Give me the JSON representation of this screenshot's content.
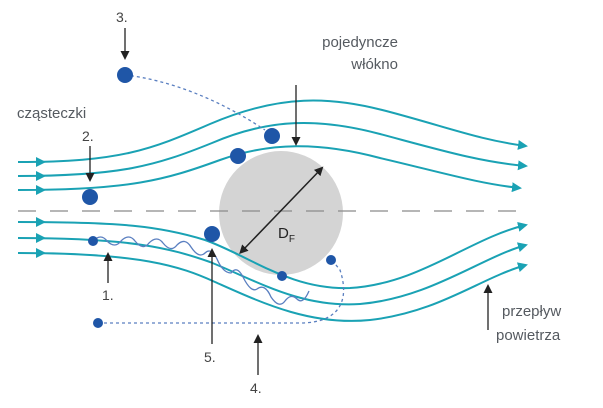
{
  "labels": {
    "single_fiber_line1": "pojedyncze",
    "single_fiber_line2": "włókno",
    "particles": "cząsteczki",
    "airflow_line1": "przepływ",
    "airflow_line2": "powietrza",
    "diameter": "D",
    "diameter_sub": "F"
  },
  "mechanisms": [
    "1.",
    "2.",
    "3.",
    "4.",
    "5."
  ],
  "colors": {
    "streamline": "#1aa2b4",
    "particle": "#1f56a7",
    "fiber": "#d4d4d4",
    "trajectory": "#5a7fc0",
    "arrow": "#222222",
    "centerline": "#8a8a8a"
  }
}
